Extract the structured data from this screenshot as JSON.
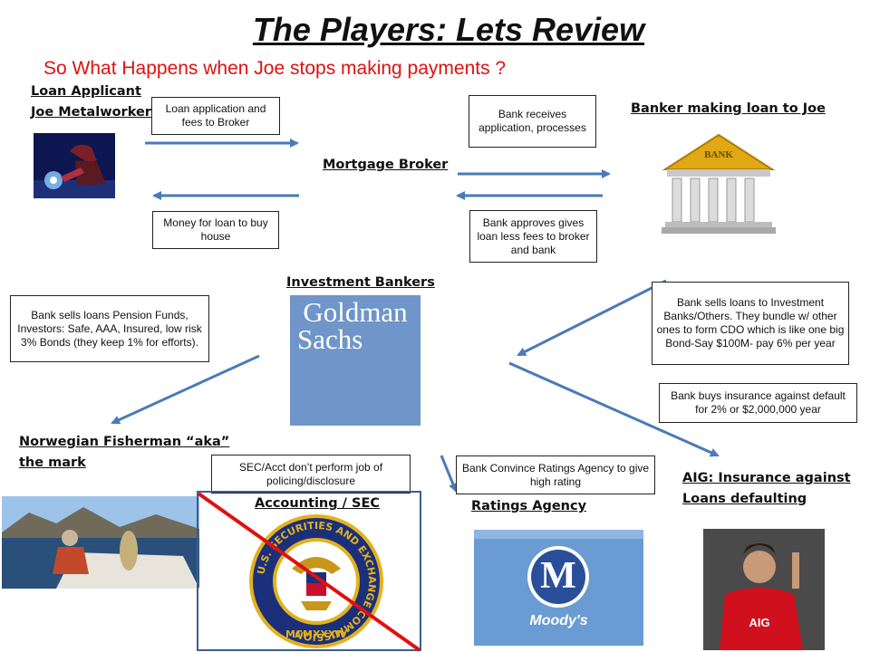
{
  "title": "The Players: Lets Review",
  "subtitle": "So What Happens when Joe stops making payments ?",
  "labels": {
    "loan_applicant_line1": "Loan Applicant",
    "loan_applicant_line2": "Joe Metalworker",
    "mortgage_broker": "Mortgage Broker",
    "banker": "Banker making loan to Joe",
    "investment_bankers": "Investment Bankers",
    "fisherman_line1": "Norwegian Fisherman “aka”",
    "fisherman_line2": "the mark",
    "accounting": "Accounting / SEC",
    "ratings": "Ratings Agency",
    "aig_line1": "AIG: Insurance against",
    "aig_line2": "Loans defaulting"
  },
  "boxes": {
    "loan_application": "Loan application and fees to Broker",
    "bank_receives": "Bank receives application, processes",
    "money_for_loan": "Money for loan to buy house",
    "bank_approves": "Bank approves gives loan less fees to broker and bank",
    "bank_sells_pension": "Bank sells loans Pension Funds, Investors: Safe, AAA, Insured, low risk 3% Bonds (they keep 1% for efforts).",
    "bank_sells_investment": "Bank sells loans to Investment Banks/Others. They bundle w/ other ones to form CDO which is like one big Bond-Say $100M- pay 6% per year",
    "bank_buys_insurance": "Bank buys insurance against default for 2% or $2,000,000 year",
    "sec_acct": "SEC/Acct don’t perform job of policing/disclosure",
    "bank_convince": "Bank Convince Ratings Agency to give high rating"
  },
  "images": {
    "bank_sign": "BANK",
    "goldman_line1": "Goldman",
    "goldman_line2": "Sachs",
    "moodys_letter": "M",
    "moodys_name": "Moody's",
    "sec_ring": "U.S. SECURITIES AND EXCHANGE COMMISSION",
    "sec_year": "MCMXXXIV",
    "jersey_logo": "AIG"
  },
  "colors": {
    "arrow": "#4a7ab8",
    "subtitle": "#e01010",
    "goldman_bg": "#6f95c9",
    "strike": "#e01010",
    "sec_frame": "#3a5f8f"
  }
}
